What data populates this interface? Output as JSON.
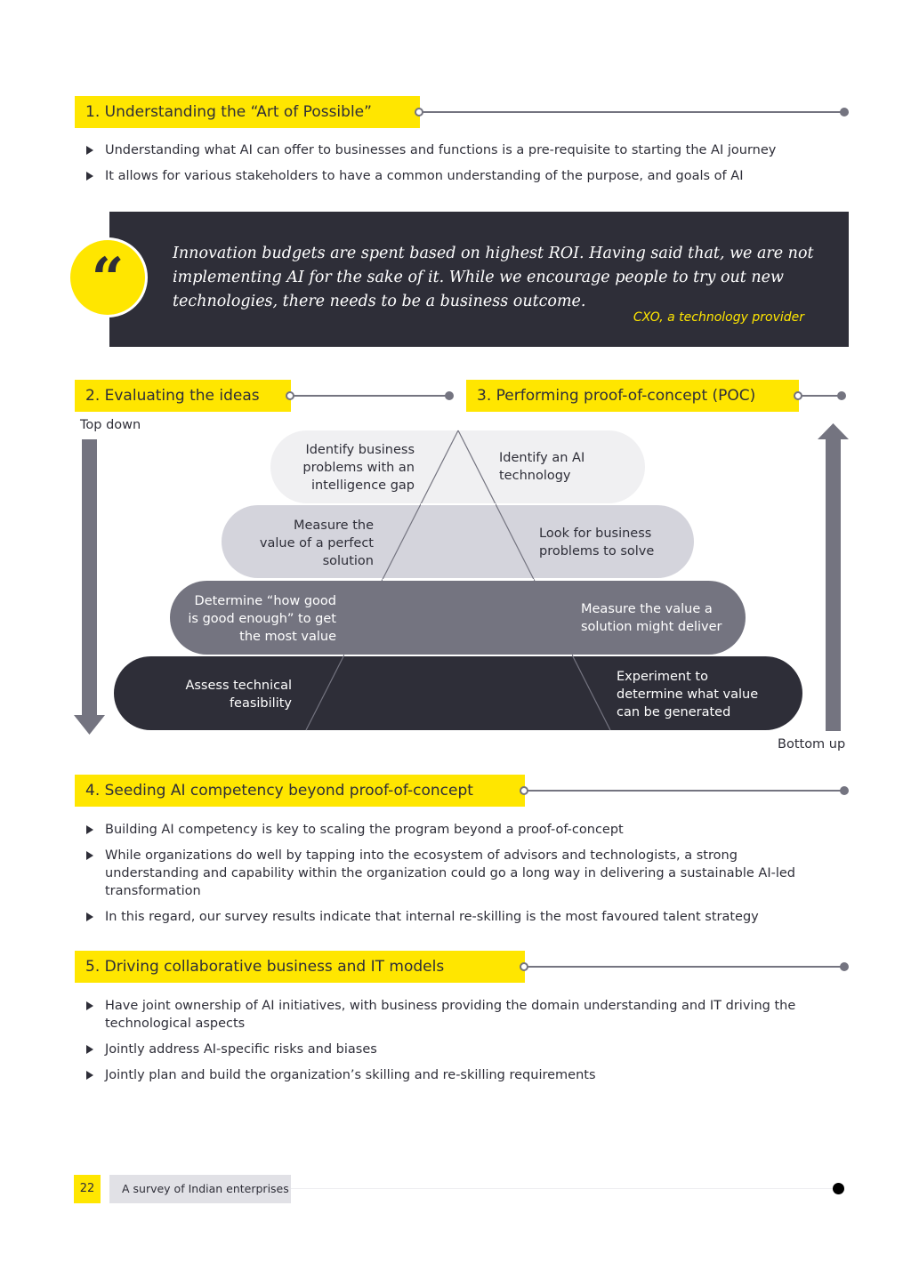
{
  "sections": {
    "s1": {
      "title": "1. Understanding the “Art of Possible”",
      "bullets": [
        "Understanding what AI can offer to businesses and functions is a pre-requisite to starting the AI journey",
        "It allows for various stakeholders to have a common understanding of the purpose, and goals of AI"
      ]
    },
    "quote": {
      "mark": "“",
      "text": "Innovation budgets are spent based on highest ROI. Having said that, we are not implementing AI for the sake of it. While we encourage people to try out new technologies, there needs to be a business outcome.",
      "attribution": "CXO, a technology provider"
    },
    "s2": {
      "title": "2. Evaluating the ideas"
    },
    "s3": {
      "title": "3. Performing proof-of-concept (POC)"
    },
    "pyramid": {
      "top_down_label": "Top down",
      "bottom_up_label": "Bottom up",
      "levels": [
        {
          "left": "Identify business problems with an intelligence gap",
          "right": "Identify an AI technology"
        },
        {
          "left": "Measure the value of a perfect solution",
          "right": "Look for business problems to solve"
        },
        {
          "left": "Determine “how good is good enough” to get the most value",
          "right": "Measure the value a solution might deliver"
        },
        {
          "left": "Assess technical feasibility",
          "right": "Experiment to determine what value can be generated"
        }
      ]
    },
    "s4": {
      "title": "4. Seeding AI competency beyond proof-of-concept",
      "bullets": [
        "Building AI competency is key to scaling the program beyond a proof-of-concept",
        "While organizations do well by tapping into the ecosystem of advisors and technologists, a strong understanding and capability within the organization could go a long way in delivering a sustainable AI-led transformation",
        "In this regard, our survey results indicate that internal re-skilling is the most favoured talent strategy"
      ]
    },
    "s5": {
      "title": "5. Driving collaborative business and IT models",
      "bullets": [
        "Have joint ownership of AI initiatives, with business providing the domain understanding and IT driving the technological aspects",
        "Jointly address AI-specific risks and biases",
        "Jointly plan and build the organization’s skilling and re-skilling requirements"
      ]
    }
  },
  "footer": {
    "page_number": "22",
    "title": "A survey of Indian enterprises"
  },
  "colors": {
    "yellow": "#ffe600",
    "dark": "#2e2e38",
    "grey": "#747480",
    "light": "#f0f0f2",
    "pale": "#d4d4dc"
  }
}
